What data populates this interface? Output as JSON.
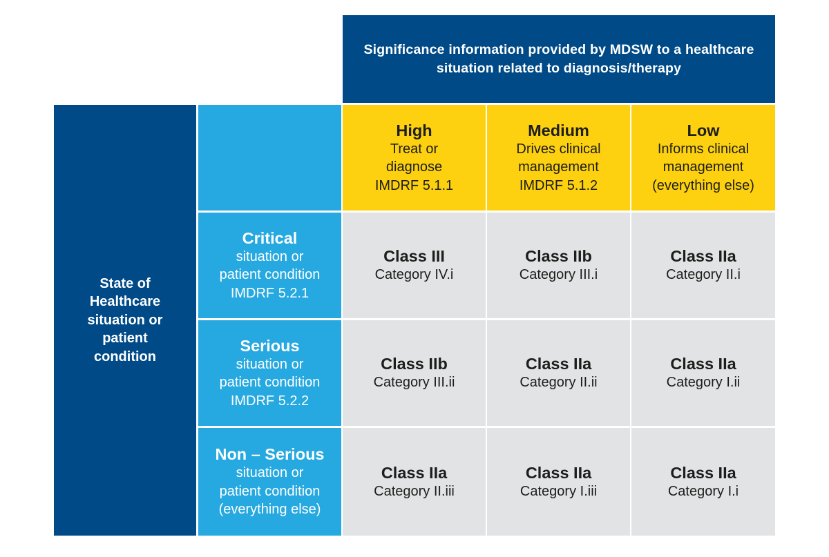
{
  "top_header": "Significance information provided by MDSW to a healthcare situation related to diagnosis/therapy",
  "left_header": "State of\nHealthcare\nsituation or\npatient\ncondition",
  "columns": [
    {
      "title": "High",
      "sub": "Treat or\ndiagnose\nIMDRF 5.1.1"
    },
    {
      "title": "Medium",
      "sub": "Drives clinical\nmanagement\nIMDRF 5.1.2"
    },
    {
      "title": "Low",
      "sub": "Informs clinical\nmanagement\n(everything else)"
    }
  ],
  "rows": [
    {
      "title": "Critical",
      "sub": "situation or\npatient condition\nIMDRF 5.2.1",
      "cells": [
        {
          "cls": "Class III",
          "cat": "Category IV.i"
        },
        {
          "cls": "Class IIb",
          "cat": "Category III.i"
        },
        {
          "cls": "Class IIa",
          "cat": "Category II.i"
        }
      ]
    },
    {
      "title": "Serious",
      "sub": "situation or\npatient condition\nIMDRF 5.2.2",
      "cells": [
        {
          "cls": "Class IIb",
          "cat": "Category III.ii"
        },
        {
          "cls": "Class IIa",
          "cat": "Category II.ii"
        },
        {
          "cls": "Class IIa",
          "cat": "Category I.ii"
        }
      ]
    },
    {
      "title": "Non – Serious",
      "sub": "situation or\npatient condition\n(everything else)",
      "cells": [
        {
          "cls": "Class IIa",
          "cat": "Category II.iii"
        },
        {
          "cls": "Class IIa",
          "cat": "Category I.iii"
        },
        {
          "cls": "Class IIa",
          "cat": "Category I.i"
        }
      ]
    }
  ],
  "colors": {
    "navy": "#004a87",
    "sky": "#26a8e0",
    "gold": "#fdd10f",
    "grey": "#e2e3e5"
  }
}
